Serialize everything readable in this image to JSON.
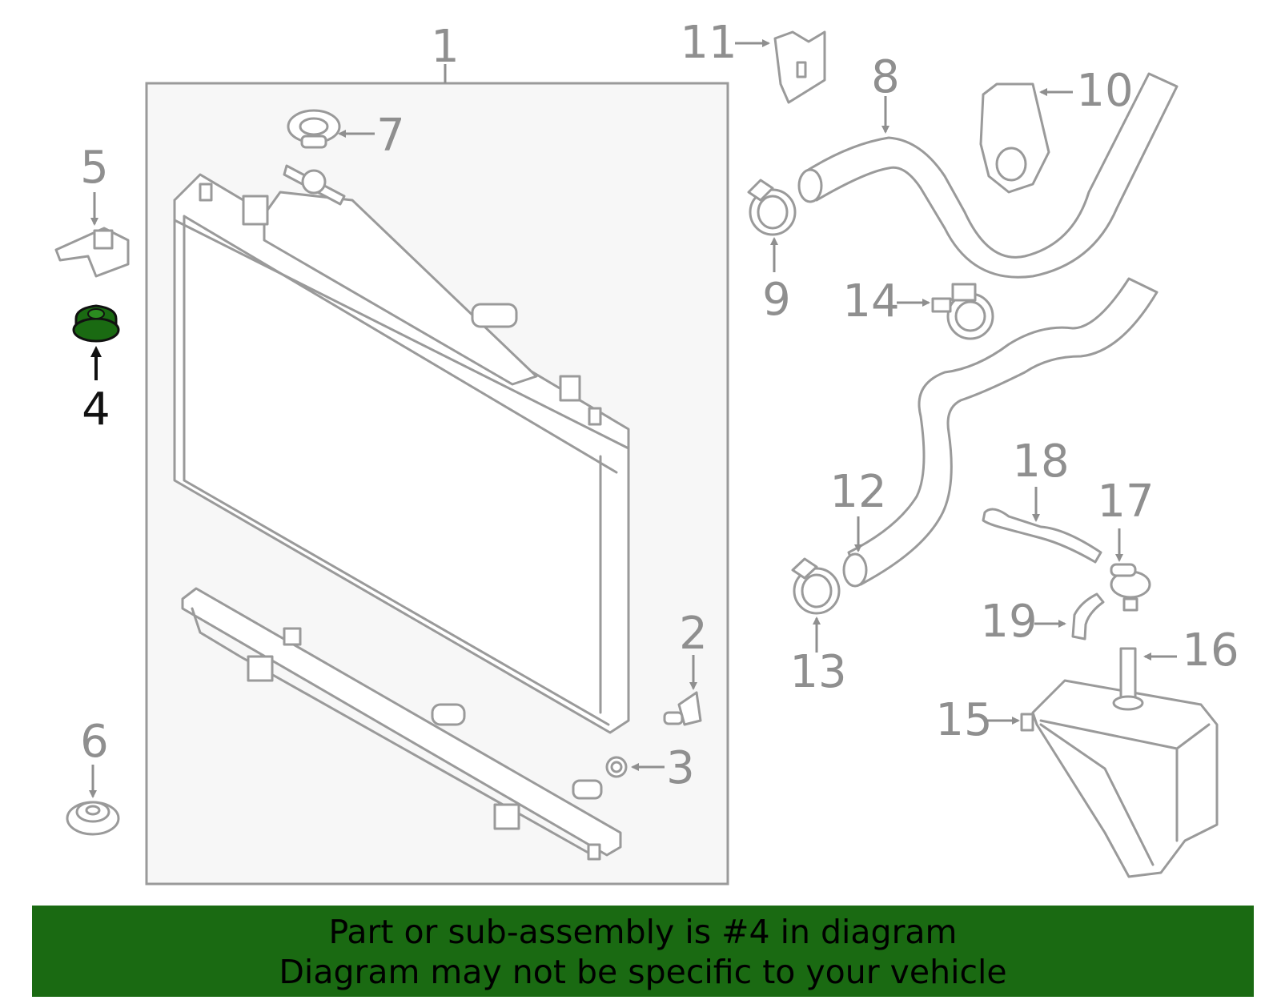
{
  "callouts": {
    "c1": "1",
    "c2": "2",
    "c3": "3",
    "c4": "4",
    "c5": "5",
    "c6": "6",
    "c7": "7",
    "c8": "8",
    "c9": "9",
    "c10": "10",
    "c11": "11",
    "c12": "12",
    "c13": "13",
    "c14": "14",
    "c15": "15",
    "c16": "16",
    "c17": "17",
    "c18": "18",
    "c19": "19"
  },
  "highlighted_part": "4",
  "colors": {
    "highlight": "#1a6a12",
    "line": "#9a9a9a",
    "panel": "#f7f7f7"
  },
  "banner": {
    "line1": "Part or sub-assembly is #4 in diagram",
    "line2": "Diagram may not be specific to your vehicle"
  }
}
